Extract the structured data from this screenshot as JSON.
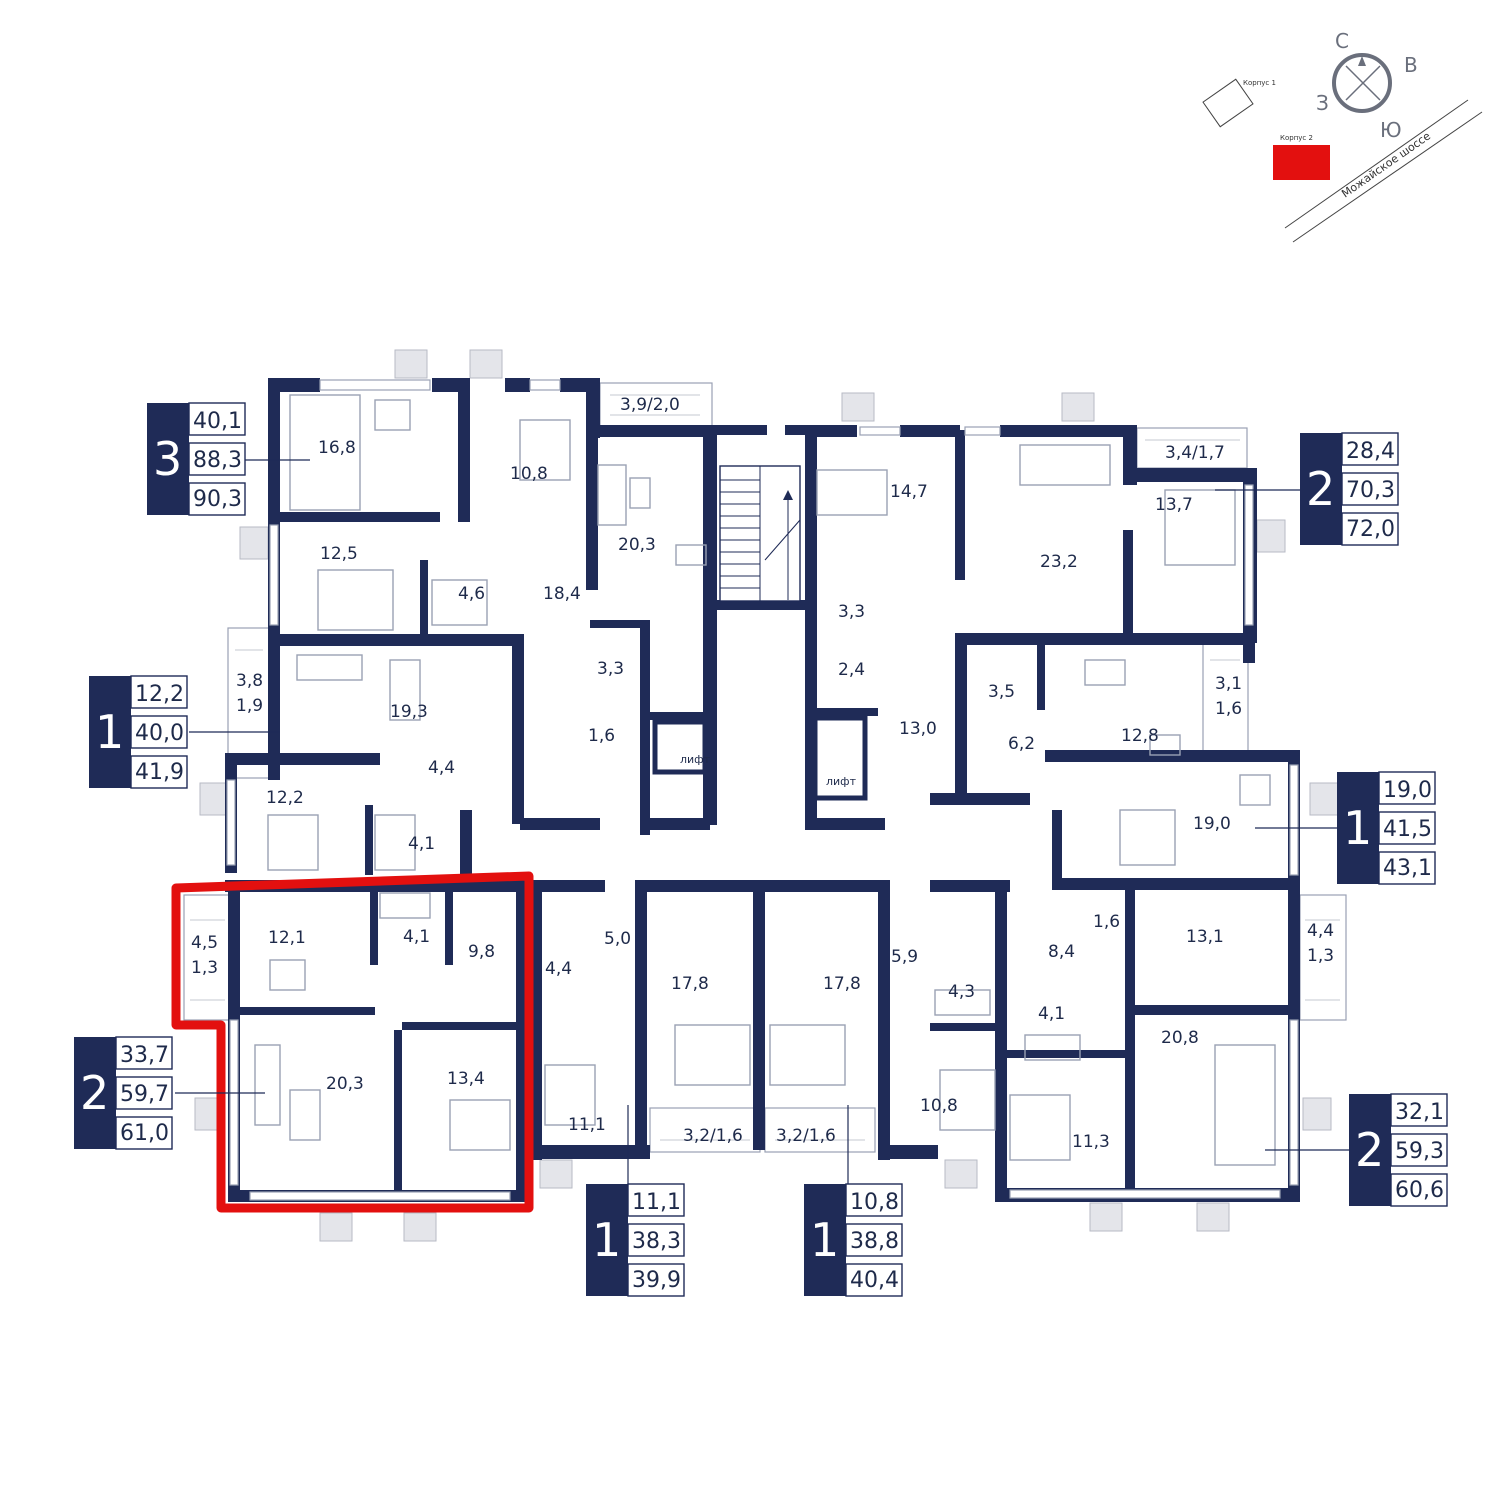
{
  "site": {
    "building1_label": "Корпус 1",
    "building2_label": "Корпус 2",
    "road_label": "Можайское шоссе",
    "highlight_color": "#e3100f",
    "compass": {
      "north": "С",
      "east": "В",
      "south": "Ю",
      "west": "З"
    }
  },
  "lift_label": "лифт",
  "colors": {
    "wall": "#1f2b57",
    "highlight": "#e3100f",
    "text": "#1e2a4a"
  },
  "rooms": {
    "r01": "16,8",
    "r02": "10,8",
    "r03": "3,9/2,0",
    "r04": "20,3",
    "r05": "14,7",
    "r06": "3,4/1,7",
    "r07": "13,7",
    "r08": "23,2",
    "r09": "12,5",
    "r10": "4,6",
    "r11": "18,4",
    "r12": "3,3",
    "r13": "3,8",
    "r14": "1,9",
    "r15": "19,3",
    "r16": "3,3",
    "r17": "2,4",
    "r18": "1,6",
    "r19": "3,5",
    "r20": "12,8",
    "r21": "3,1",
    "r22": "1,6",
    "r23": "13,0",
    "r24": "6,2",
    "r25": "12,2",
    "r26": "4,4",
    "r27": "4,1",
    "r28": "19,0",
    "r29": "12,1",
    "r30": "4,1",
    "r31": "9,8",
    "r32": "4,5",
    "r33": "1,3",
    "r34": "4,4",
    "r35": "5,0",
    "r36": "17,8",
    "r37": "17,8",
    "r38": "5,9",
    "r39": "8,4",
    "r40": "1,6",
    "r41": "13,1",
    "r42": "4,4",
    "r43": "1,3",
    "r44": "4,3",
    "r45": "4,1",
    "r46": "20,3",
    "r47": "13,4",
    "r48": "11,1",
    "r49": "10,8",
    "r50": "20,8",
    "r51": "11,3",
    "r52": "3,2/1,6",
    "r53": "3,2/1,6"
  },
  "apartments": [
    {
      "rooms": "3",
      "living": "40,1",
      "total": "88,3",
      "with_balcony": "90,3"
    },
    {
      "rooms": "2",
      "living": "28,4",
      "total": "70,3",
      "with_balcony": "72,0"
    },
    {
      "rooms": "1",
      "living": "12,2",
      "total": "40,0",
      "with_balcony": "41,9"
    },
    {
      "rooms": "1",
      "living": "19,0",
      "total": "41,5",
      "with_balcony": "43,1"
    },
    {
      "rooms": "2",
      "living": "33,7",
      "total": "59,7",
      "with_balcony": "61,0"
    },
    {
      "rooms": "2",
      "living": "32,1",
      "total": "59,3",
      "with_balcony": "60,6"
    },
    {
      "rooms": "1",
      "living": "11,1",
      "total": "38,3",
      "with_balcony": "39,9"
    },
    {
      "rooms": "1",
      "living": "10,8",
      "total": "38,8",
      "with_balcony": "40,4"
    }
  ]
}
